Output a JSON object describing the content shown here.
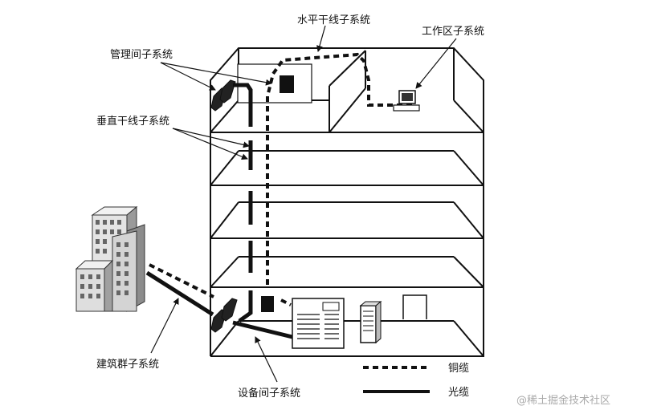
{
  "labels": {
    "horizontal": "水平干线子系统",
    "workarea": "工作区子系统",
    "management": "管理间子系统",
    "vertical": "垂直干线子系统",
    "campus": "建筑群子系统",
    "equipment": "设备间子系统"
  },
  "legend": {
    "copper": "铜缆",
    "fiber": "光缆"
  },
  "watermark": "@稀土掘金技术社区"
}
